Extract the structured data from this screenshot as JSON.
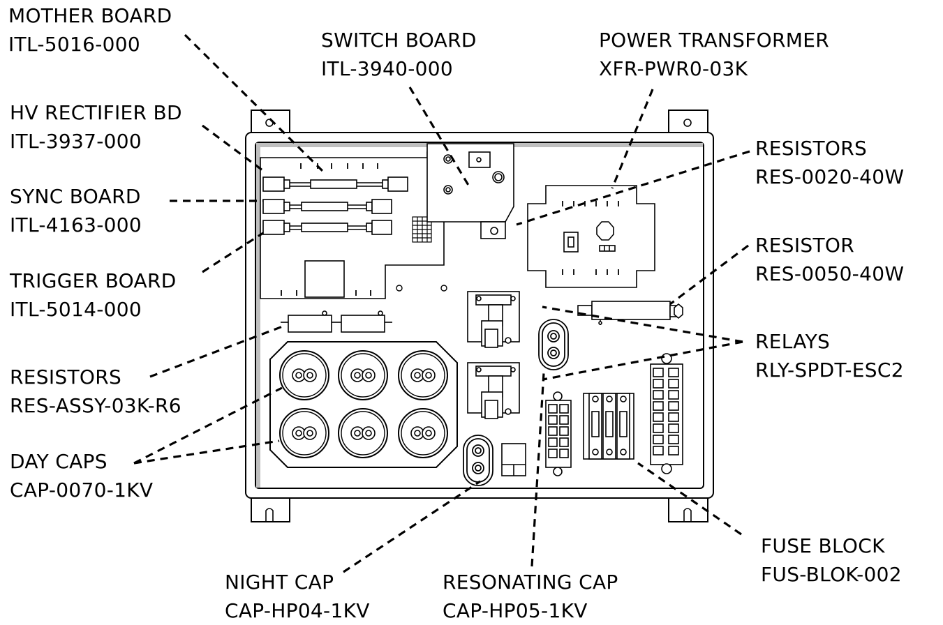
{
  "callouts": {
    "mother_board": {
      "name": "MOTHER BOARD",
      "part": "ITL-5016-000"
    },
    "switch_board": {
      "name": "SWITCH BOARD",
      "part": "ITL-3940-000"
    },
    "power_transformer": {
      "name": "POWER TRANSFORMER",
      "part": "XFR-PWR0-03K"
    },
    "hv_rectifier": {
      "name": "HV RECTIFIER BD",
      "part": "ITL-3937-000"
    },
    "resistors_top": {
      "name": "RESISTORS",
      "part": "RES-0020-40W"
    },
    "sync_board": {
      "name": "SYNC BOARD",
      "part": "ITL-4163-000"
    },
    "resistor": {
      "name": "RESISTOR",
      "part": "RES-0050-40W"
    },
    "trigger_board": {
      "name": "TRIGGER BOARD",
      "part": "ITL-5014-000"
    },
    "relays": {
      "name": "RELAYS",
      "part": "RLY-SPDT-ESC2"
    },
    "resistors_assy": {
      "name": "RESISTORS",
      "part": "RES-ASSY-03K-R6"
    },
    "day_caps": {
      "name": "DAY CAPS",
      "part": "CAP-0070-1KV"
    },
    "fuse_block": {
      "name": "FUSE BLOCK",
      "part": "FUS-BLOK-002"
    },
    "night_cap": {
      "name": "NIGHT CAP",
      "part": "CAP-HP04-1KV"
    },
    "resonating_cap": {
      "name": "RESONATING CAP",
      "part": "CAP-HP05-1KV"
    }
  },
  "colors": {
    "ink": "#000000",
    "background": "#ffffff",
    "panel_shade": "#bfbfbf"
  }
}
